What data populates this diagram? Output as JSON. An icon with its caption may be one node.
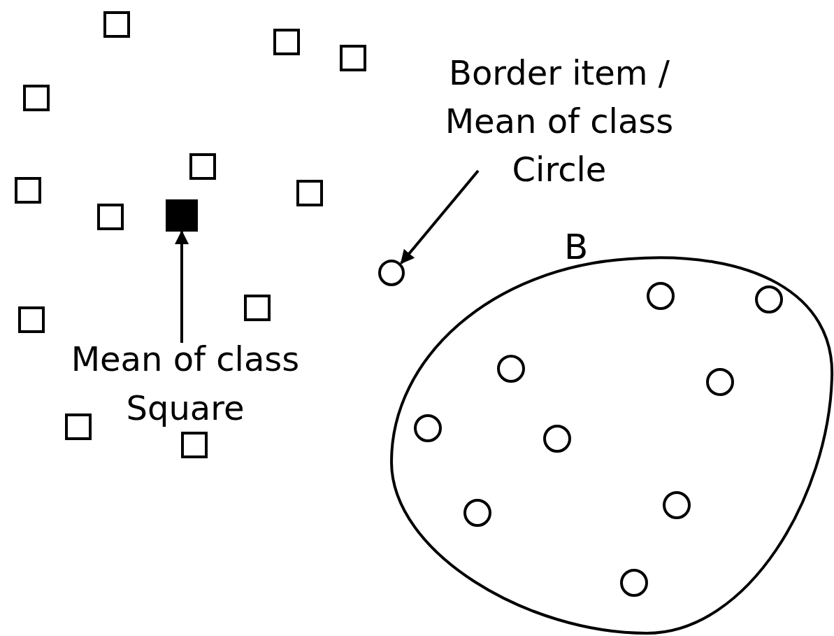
{
  "diagram": {
    "nodes": [
      {
        "text": [
          "Border item / Mean of class Circle"
        ]
      },
      {
        "text": [],
        "shape": "circle"
      },
      {
        "text": [
          "B"
        ]
      },
      {
        "text": [],
        "shape": "box"
      },
      {
        "text": [
          "Mean of class Square"
        ]
      }
    ],
    "edges": [
      {
        "from": 0,
        "to": 1,
        "arrow": "to"
      },
      {
        "from": 4,
        "to": 3,
        "arrow": "to"
      }
    ]
  }
}
